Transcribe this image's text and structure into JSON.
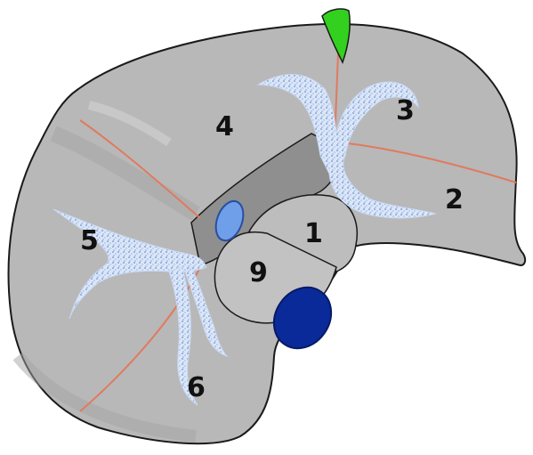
{
  "segments": {
    "s1": "1",
    "s2": "2",
    "s3": "3",
    "s4": "4",
    "s5": "5",
    "s6": "6",
    "s9": "9"
  },
  "colors": {
    "liver": "#b8b8b8",
    "liver_dark": "#9a9a9a",
    "outline": "#1a1a1a",
    "boundary_line": "#e07a5f",
    "hepatic_vein": "#dbe6f7",
    "hepatic_vein_speckle": "#6b8fd1",
    "portal_band": "#8f8f8f",
    "portal_vein_small": "#6f9fe8",
    "ivc": "#0a2a9a",
    "ligament": "#33d11f"
  }
}
